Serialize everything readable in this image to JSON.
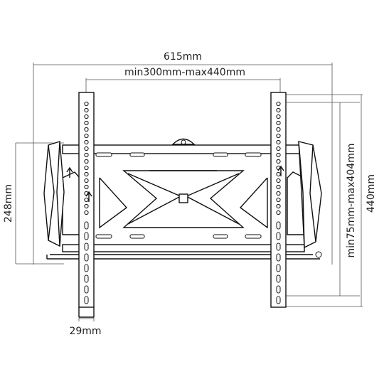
{
  "labels": {
    "overall_width": "615mm",
    "vesa_horizontal": "min300mm-max440mm",
    "overall_height": "248mm",
    "vesa_vertical": "min75mm-max404mm",
    "rail_length": "440mm",
    "depth": "29mm"
  }
}
